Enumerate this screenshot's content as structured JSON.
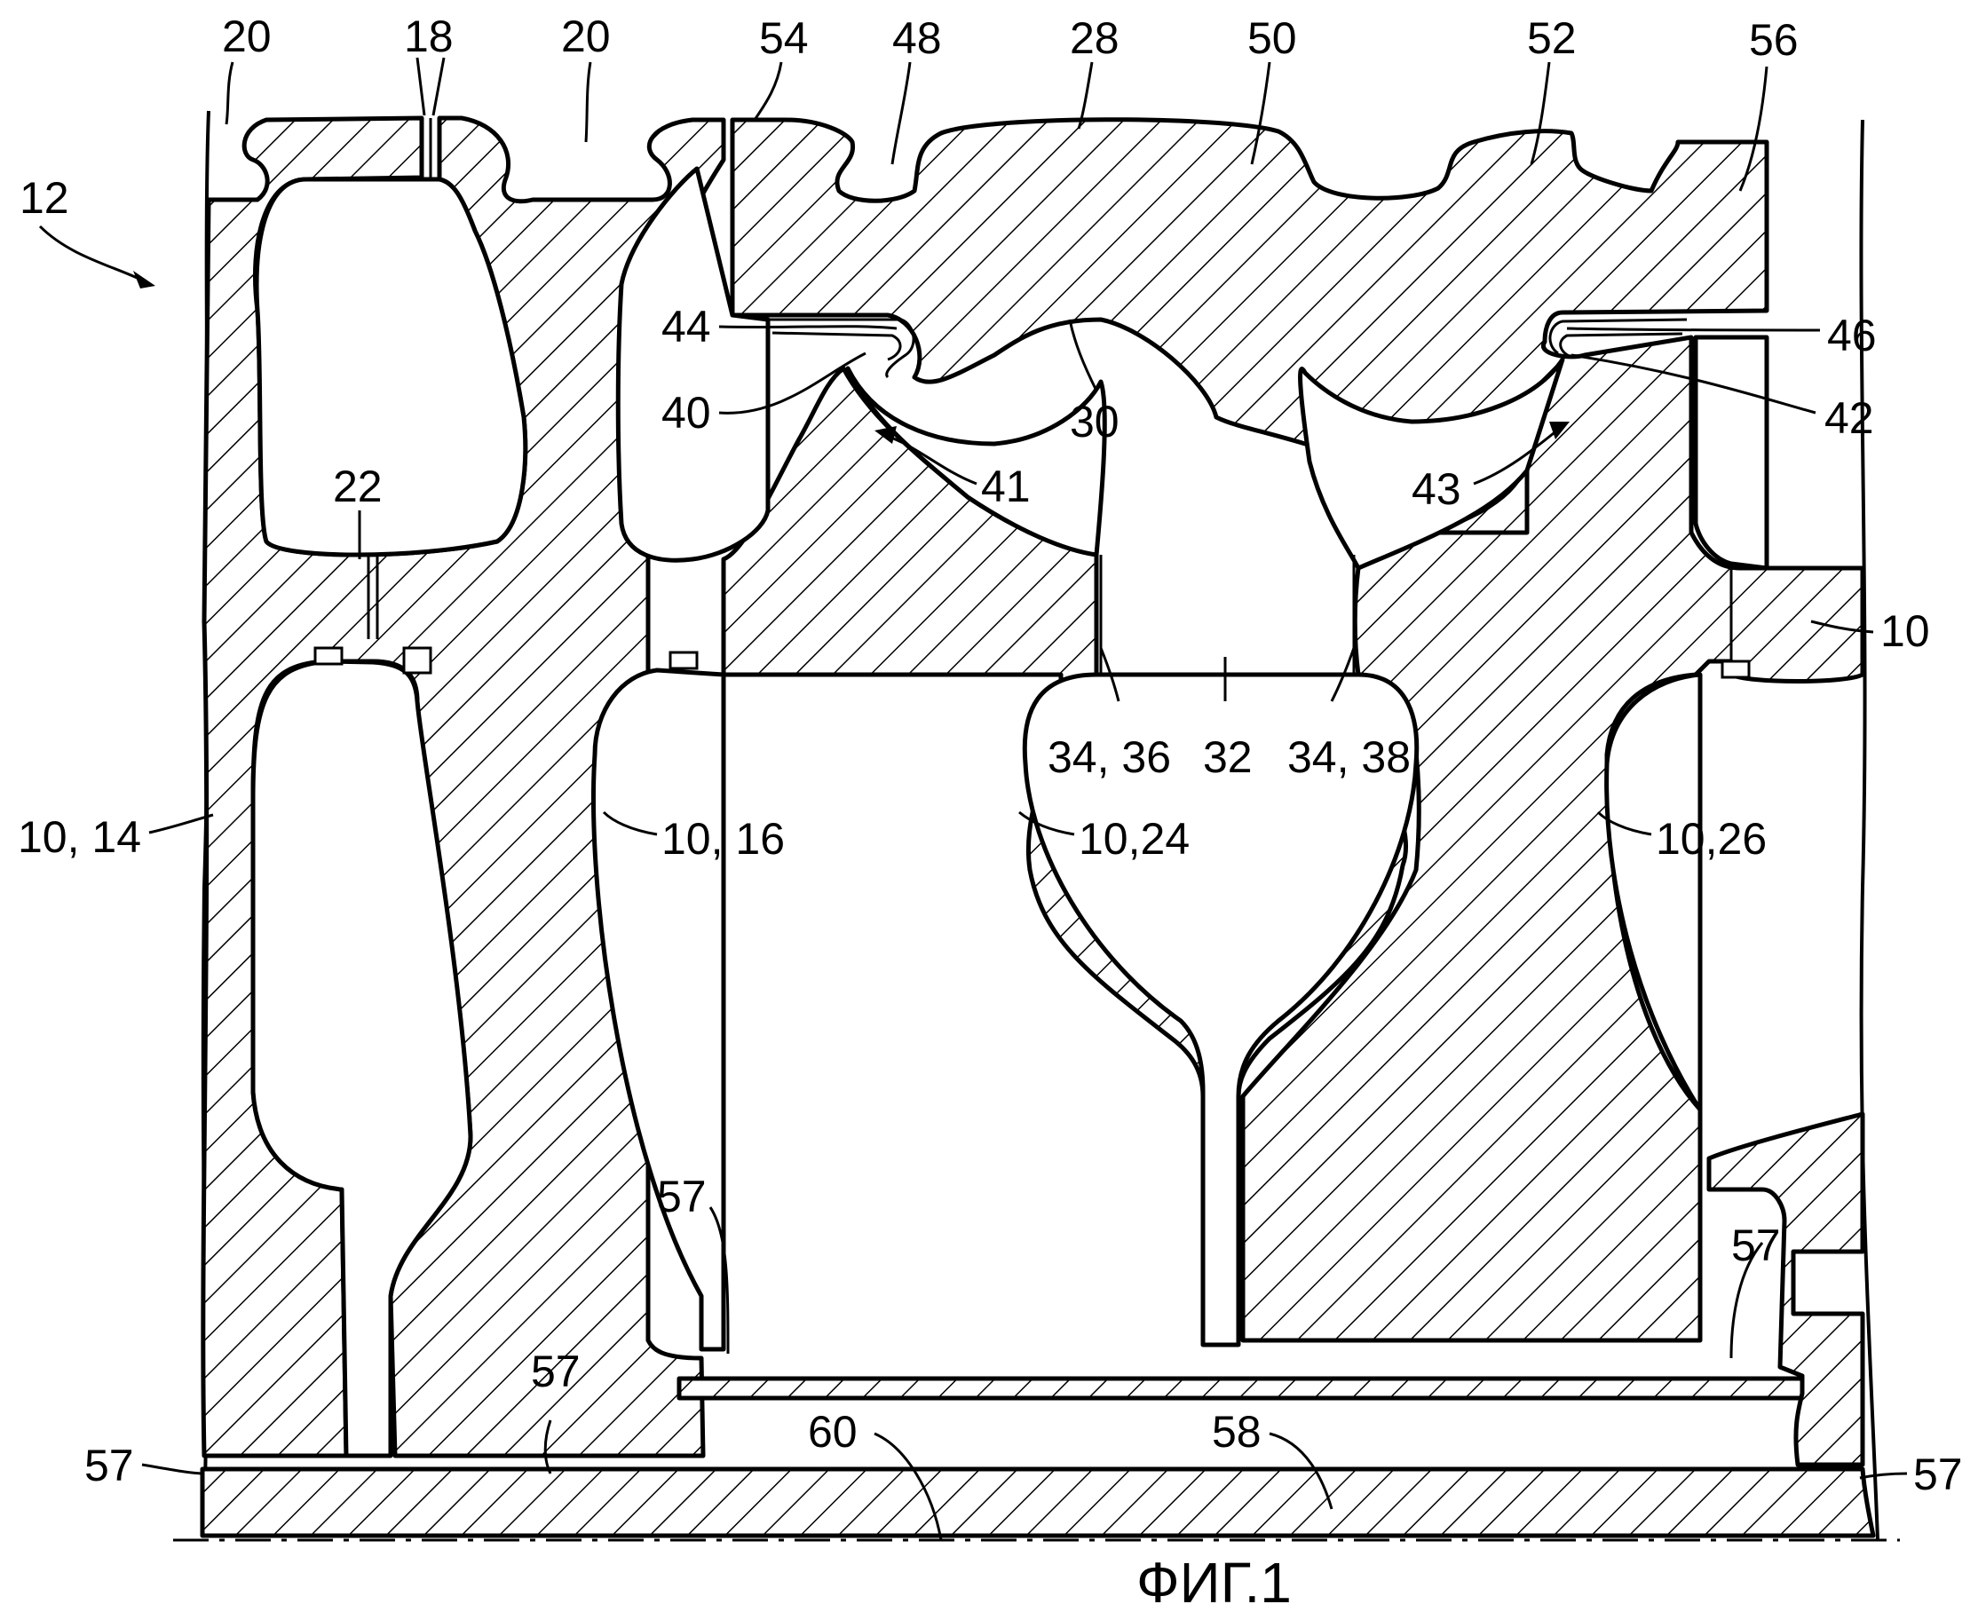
{
  "caption": "ФИГ.1",
  "labels": {
    "l20a": "20",
    "l18": "18",
    "l20b": "20",
    "l54": "54",
    "l48": "48",
    "l28": "28",
    "l50": "50",
    "l52": "52",
    "l56": "56",
    "l12": "12",
    "l44": "44",
    "l40": "40",
    "l30": "30",
    "l41": "41",
    "l46": "46",
    "l42": "42",
    "l43": "43",
    "l22": "22",
    "l10r": "10",
    "l3436": "34, 36",
    "l32": "32",
    "l3438": "34, 38",
    "l1014": "10, 14",
    "l1016": "10, 16",
    "l1024": "10,24",
    "l1026": "10,26",
    "l57a": "57",
    "l57b": "57",
    "l57c": "57",
    "l57d": "57",
    "l57e": "57",
    "l60": "60",
    "l58": "58"
  }
}
